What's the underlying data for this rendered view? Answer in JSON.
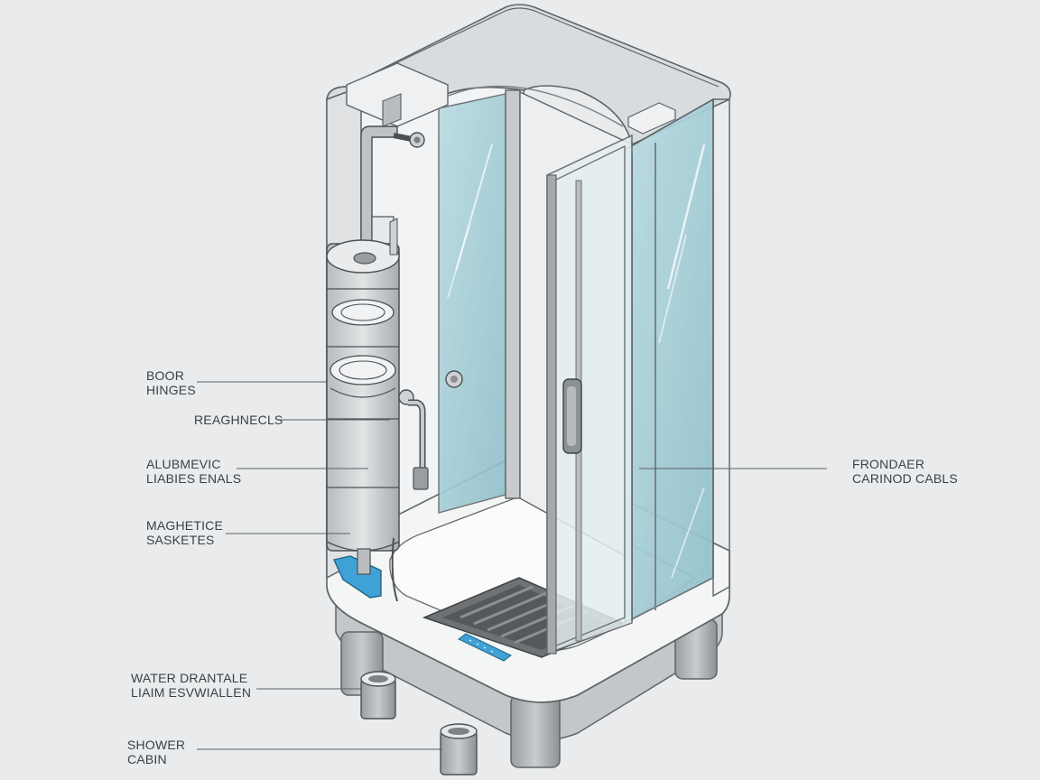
{
  "labels": {
    "boor_hinges": [
      "BOOR",
      "HINGES"
    ],
    "reaghnecls": [
      "REAGHNECLS"
    ],
    "alubmevic": [
      "ALUBMEVIC",
      "LIABIES ENALS"
    ],
    "magnetice": [
      "MAGHETICE",
      "SASKETES"
    ],
    "water_drain": [
      "WATER DRANTALE",
      "LIAIM  ESVWIALLEN"
    ],
    "shower_cabin": [
      "SHOWER",
      "CABIN"
    ],
    "frondaer": [
      "FRONDAER",
      "CARINOD CABLS"
    ]
  },
  "colors": {
    "background": "#e9ebec",
    "glass": "#9ec7d0",
    "frame": "#8c9194",
    "accent_blue": "#3fa2d6"
  }
}
